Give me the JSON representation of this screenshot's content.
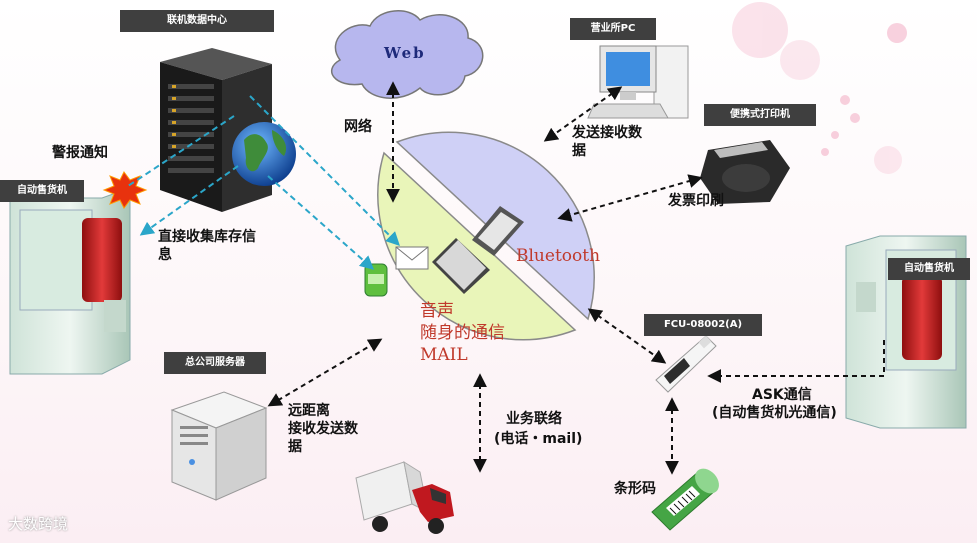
{
  "nodes": {
    "datacenter": "联机数据中心",
    "sales_pc": "营业所PC",
    "portable_printer": "便携式打印机",
    "vending_left": "自动售货机",
    "vending_right": "自动售货机",
    "fcu": "FCU-08002(A)",
    "hq_server": "总公司服务器"
  },
  "labels": {
    "web": "Web",
    "network": "网络",
    "alarm": "警报通知",
    "direct_inventory_1": "直接收集库存信",
    "direct_inventory_2": "息",
    "send_receive_1": "发送接收数",
    "send_receive_2": "据",
    "invoice_print": "发票印刷",
    "bluetooth": "Bluetooth",
    "voice": "音声",
    "mobile_comm": "随身的通信",
    "mail": "MAIL",
    "ask_comm": "ASK通信",
    "ask_comm_sub": "(自动售货机光通信)",
    "remote_1": "远距离",
    "remote_2": "接收发送数",
    "remote_3": "据",
    "business_1": "业务联络",
    "business_2": "(电话・mail)",
    "barcode": "条形码"
  },
  "watermark": "大数跨境",
  "colors": {
    "green_half": "#e9f5b9",
    "purple_half": "#cfd0f6",
    "cloud": "#b7b7ee",
    "accent_red": "#c0392b",
    "dashed_cyan": "#2ba6c9",
    "tag_bg": "#3f3f3f"
  }
}
